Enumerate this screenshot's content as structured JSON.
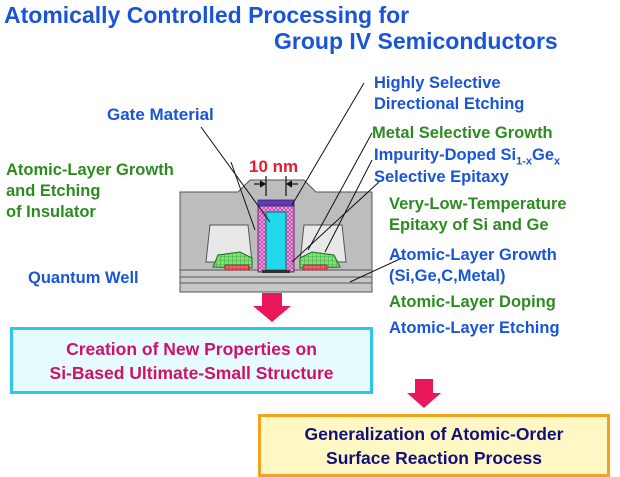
{
  "title": {
    "line1": "Atomically Controlled Processing for",
    "line2": "Group IV Semiconductors"
  },
  "labels": {
    "gate_material": "Gate Material",
    "dimension": "10 nm",
    "atomic_layer_growth_insulator": [
      "Atomic-Layer Growth",
      "and Etching",
      "of Insulator"
    ],
    "quantum_well": "Quantum Well",
    "highly_selective": [
      "Highly Selective",
      "Directional Etching"
    ],
    "metal_selective_growth": "Metal Selective Growth",
    "impurity_doped": {
      "prefix": "Impurity-Doped Si",
      "sub1": "1-x",
      "mid": "Ge",
      "sub2": "x"
    },
    "selective_epitaxy": "Selective Epitaxy",
    "very_low_temp": [
      "Very-Low-Temperature",
      "Epitaxy of Si and Ge"
    ],
    "atomic_layer_growth": [
      "Atomic-Layer Growth",
      "(Si,Ge,C,Metal)"
    ],
    "atomic_layer_doping": "Atomic-Layer Doping",
    "atomic_layer_etching": "Atomic-Layer Etching"
  },
  "boxes": {
    "creation": [
      "Creation of New Properties on",
      "Si-Based Ultimate-Small Structure"
    ],
    "generalization": [
      "Generalization of Atomic-Order",
      "Surface Reaction Process"
    ]
  },
  "colors": {
    "title_blue": "#1a55d8",
    "green": "#2e8b22",
    "red_dimension": "#e81c2c",
    "magenta_text": "#d0106a",
    "navy_text": "#10107a",
    "arrow_pink": "#e8185a",
    "cyan_box_border": "#2ec6ea",
    "orange_box_border": "#f5a21f"
  }
}
